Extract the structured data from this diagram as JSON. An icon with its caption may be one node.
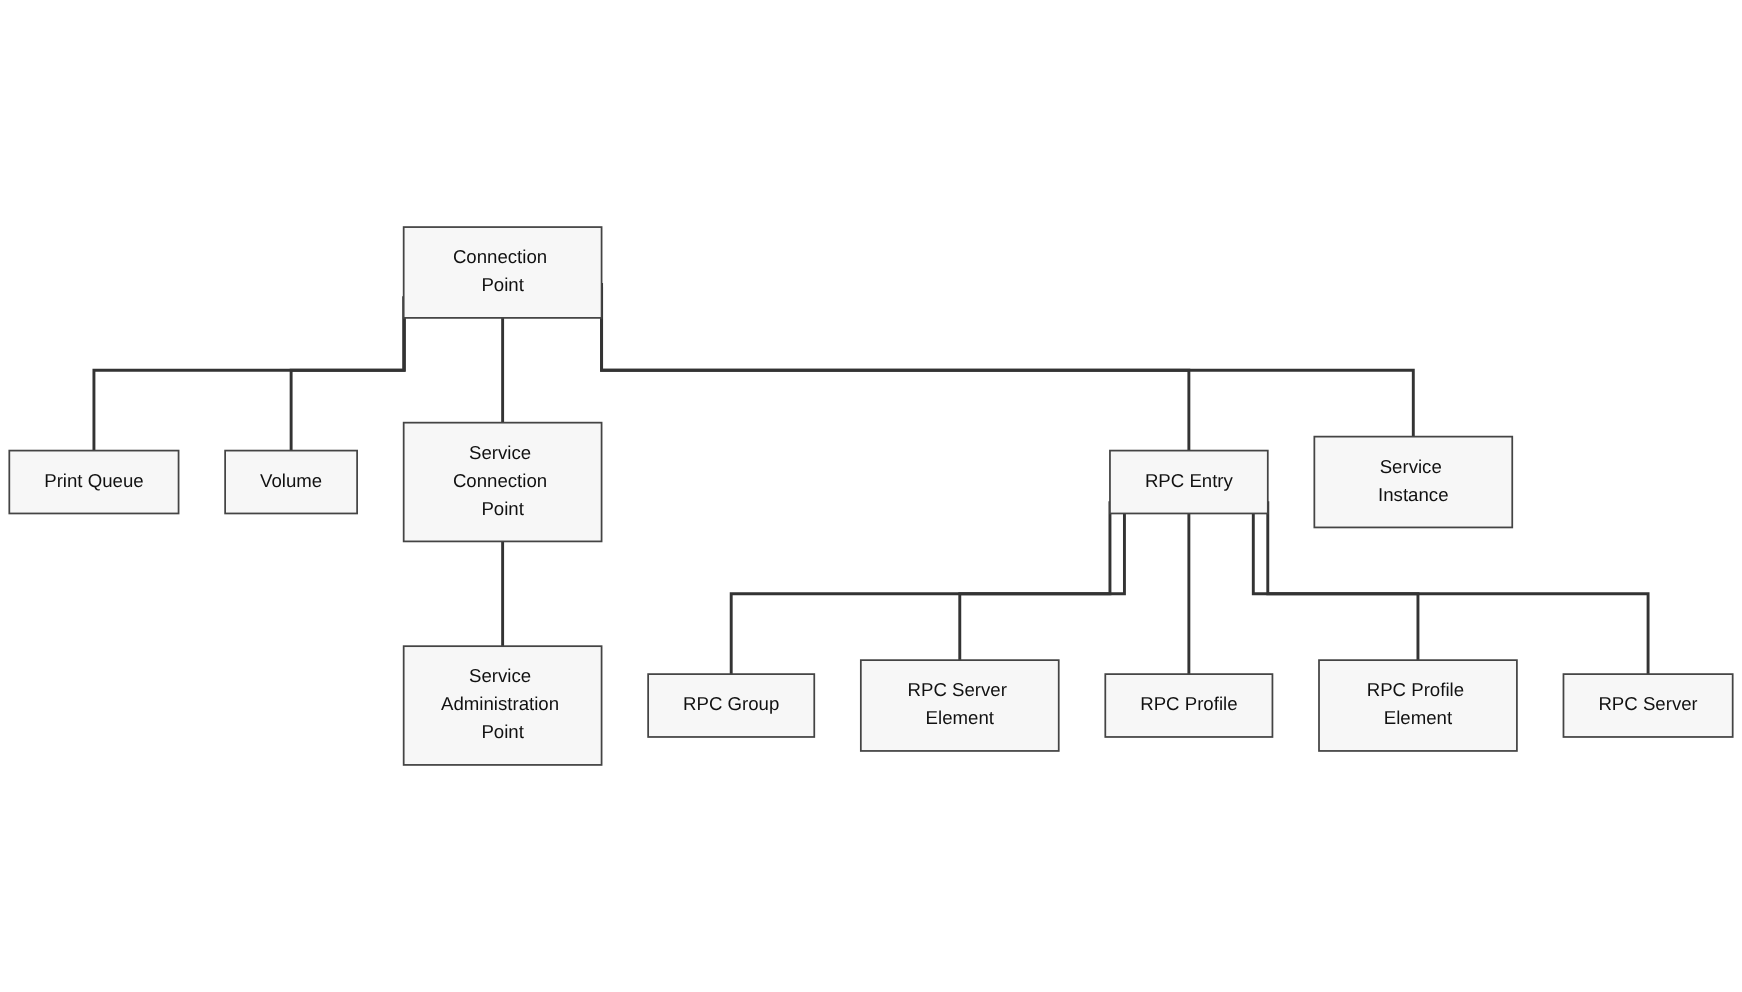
{
  "diagram": {
    "nodes": [
      {
        "text": [
          "Connection Point"
        ]
      },
      {
        "text": [
          "Print Queue"
        ]
      },
      {
        "text": [
          "Volume"
        ]
      },
      {
        "text": [
          "Service Connection Point"
        ]
      },
      {
        "text": [
          "Service Administration Point"
        ]
      },
      {
        "text": [
          "RPC Entry"
        ]
      },
      {
        "text": [
          "Service Instance"
        ]
      },
      {
        "text": [
          "RPC Group"
        ]
      },
      {
        "text": [
          "RPC Profile"
        ]
      },
      {
        "text": [
          "RPC Server"
        ]
      },
      {
        "text": [
          "RPC Server Element"
        ]
      },
      {
        "text": [
          "RPC Profile Element"
        ]
      }
    ],
    "edges": [
      {
        "from": 0,
        "to": 1,
        "arrow": "none"
      },
      {
        "from": 0,
        "to": 2,
        "arrow": "none"
      },
      {
        "from": 0,
        "to": 3,
        "arrow": "none"
      },
      {
        "from": 0,
        "to": 5,
        "arrow": "none"
      },
      {
        "from": 0,
        "to": 6,
        "arrow": "none"
      },
      {
        "from": 3,
        "to": 4,
        "arrow": "none"
      },
      {
        "from": 5,
        "to": 7,
        "arrow": "none"
      },
      {
        "from": 5,
        "to": 10,
        "arrow": "none"
      },
      {
        "from": 5,
        "to": 8,
        "arrow": "none"
      },
      {
        "from": 5,
        "to": 11,
        "arrow": "none"
      },
      {
        "from": 5,
        "to": 9,
        "arrow": "none"
      }
    ]
  }
}
